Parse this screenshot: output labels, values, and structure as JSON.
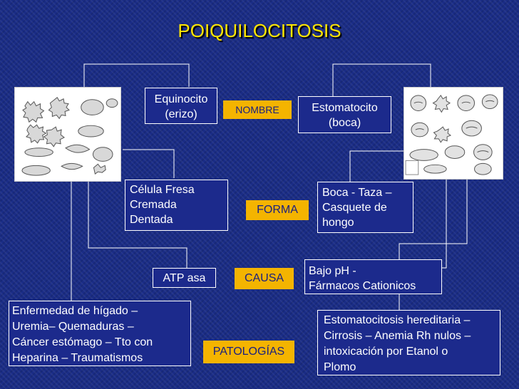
{
  "title": "POIQUILOCITOSIS",
  "left_cell": {
    "name": "Equinocito\n(erizo)",
    "forma": "Célula  Fresa\n           Cremada\n           Dentada",
    "causa": "ATP  asa",
    "patologias": "Enfermedad de hígado –\nUremia– Quemaduras –\nCáncer estómago – Tto con\nHeparina – Traumatismos"
  },
  "right_cell": {
    "name": "Estomatocito\n(boca)",
    "forma": "Boca - Taza –\nCasquete de\nhongo",
    "causa": "Bajo pH -\nFármacos Cationicos",
    "patologias": "Estomatocitosis hereditaria –\nCirrosis – Anemia Rh nulos –\nintoxicación por Etanol o\nPlomo"
  },
  "categories": {
    "nombre": "NOMBRE",
    "forma": "FORMA",
    "causa": "CAUSA",
    "patologias": "PATOLOGÍAS"
  },
  "colors": {
    "background": "#1a2c86",
    "title": "#ffe600",
    "tag": "#f4b400",
    "tag_text": "#1a2080",
    "box_border": "#ffffff"
  }
}
